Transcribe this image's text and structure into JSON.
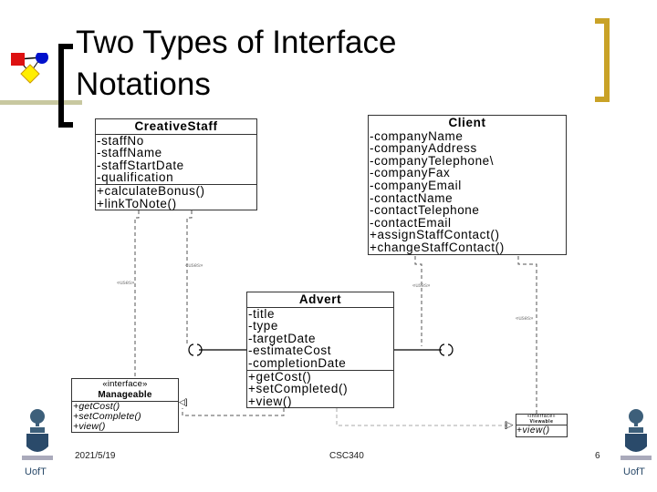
{
  "slide": {
    "title_line1": "Two Types of Interface",
    "title_line2": "Notations",
    "footer_date": "2021/5/19",
    "footer_course": "CSC340",
    "page_number": "6",
    "logo_text": "UofT"
  },
  "diagram": {
    "creative_staff": {
      "name": "CreativeStaff",
      "attributes": [
        "-staffNo",
        "-staffName",
        "-staffStartDate",
        "-qualification"
      ],
      "operations": [
        "+calculateBonus()",
        "+linkToNote()"
      ]
    },
    "client": {
      "name": "Client",
      "attributes": [
        "-companyName",
        "-companyAddress",
        "-companyTelephone\\",
        "-companyFax",
        "-companyEmail",
        "-contactName",
        "-contactTelephone",
        "-contactEmail"
      ],
      "operations": [
        "+assignStaffContact()",
        "+changeStaffContact()"
      ]
    },
    "advert": {
      "name": "Advert",
      "attributes": [
        "-title",
        "-type",
        "-targetDate",
        "-estimateCost",
        "-completionDate"
      ],
      "operations": [
        "+getCost()",
        "+setCompleted()",
        "+view()"
      ]
    },
    "manageable": {
      "stereotype": "«interface»",
      "name": "Manageable",
      "operations": [
        "+getCost()",
        "+setComplete()",
        "+view()"
      ]
    },
    "viewable": {
      "stereotype": "«interface»",
      "name": "Viewable",
      "operations": [
        "+view()"
      ]
    },
    "uses_label": "«uses»"
  },
  "colors": {
    "bracket_left": "#000000",
    "bracket_right": "#c9a227",
    "rule": "#c8c8a0",
    "logo": "#2a4a6a"
  }
}
